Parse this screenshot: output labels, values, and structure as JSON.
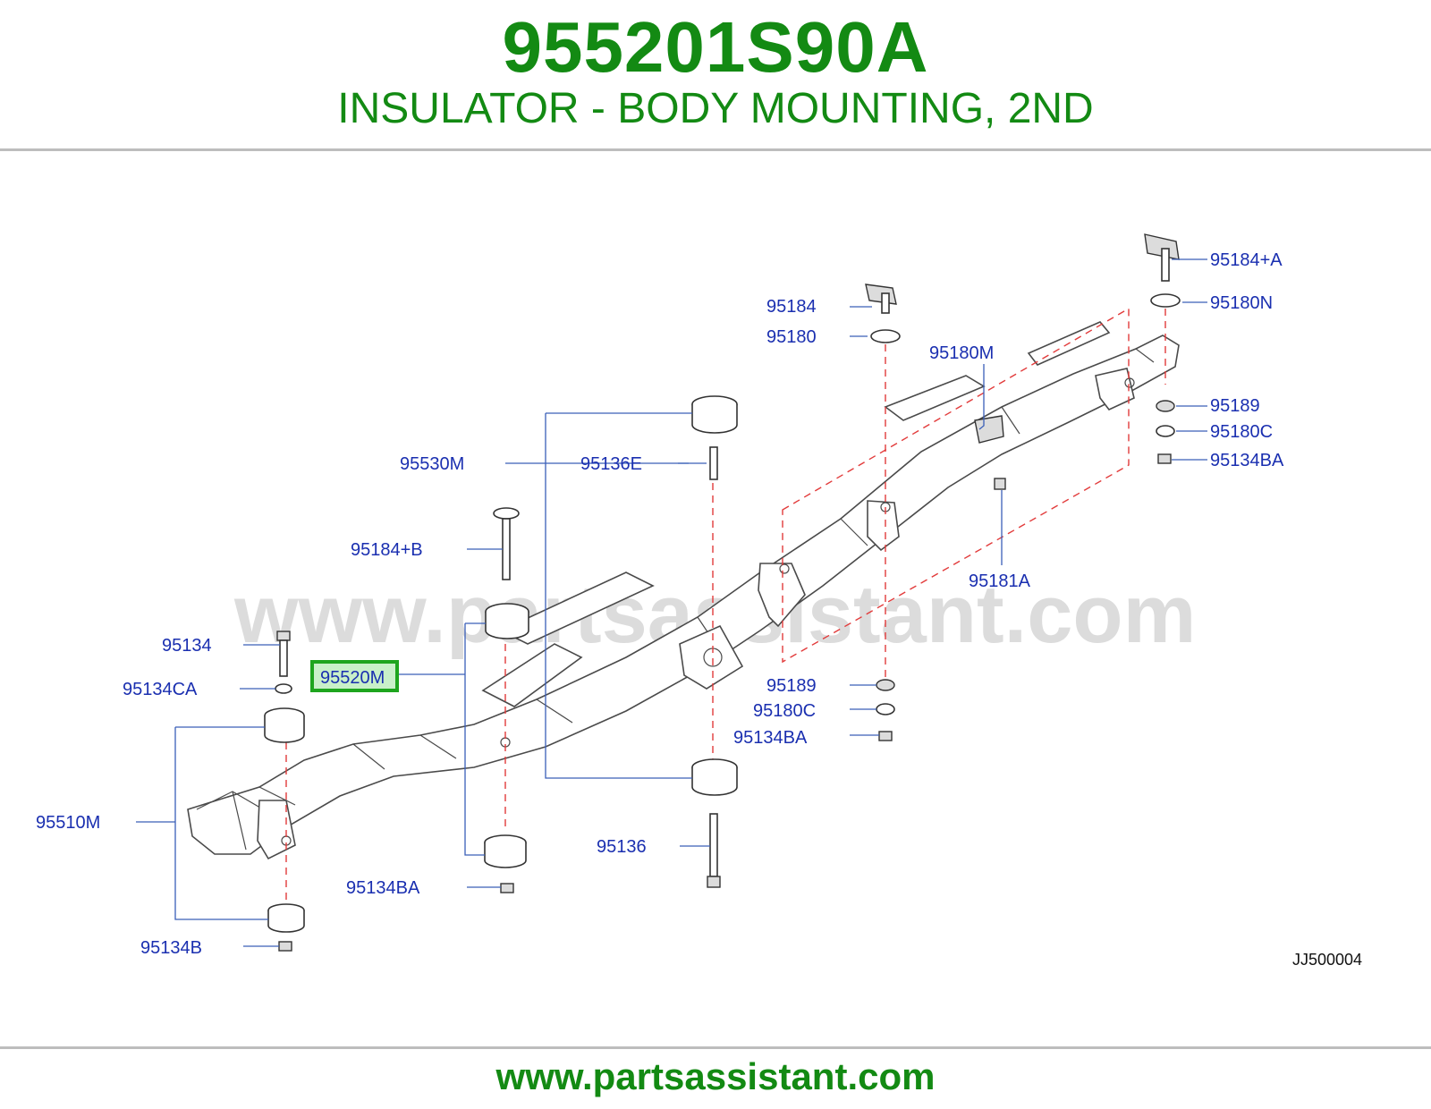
{
  "header": {
    "part_number": "955201S90A",
    "title": "INSULATOR - BODY MOUNTING, 2ND"
  },
  "diagram": {
    "watermark": "www.partsassistant.com",
    "drawing_code": "JJ500004",
    "highlighted_callout": "95520M",
    "callouts": {
      "c95184a": "95184+A",
      "c95180n": "95180N",
      "c95184": "95184",
      "c95180": "95180",
      "c95180m": "95180M",
      "c95189r": "95189",
      "c95180cr": "95180C",
      "c95134bar": "95134BA",
      "c95530m": "95530M",
      "c95136e": "95136E",
      "c95184b": "95184+B",
      "c95181a": "95181A",
      "c95134": "95134",
      "c95520m": "95520M",
      "c95134ca": "95134CA",
      "c95189m": "95189",
      "c95180cm": "95180C",
      "c95134bam": "95134BA",
      "c95510m": "95510M",
      "c95136": "95136",
      "c95134bal": "95134BA",
      "c95134b": "95134B"
    },
    "colors": {
      "title": "#138a13",
      "callout": "#1a2fb0",
      "leader": "#3a5fb8",
      "dash": "#e23b3b",
      "highlight_border": "#1ea51e",
      "highlight_fill": "#c9f0c9"
    }
  },
  "footer": {
    "url": "www.partsassistant.com"
  }
}
